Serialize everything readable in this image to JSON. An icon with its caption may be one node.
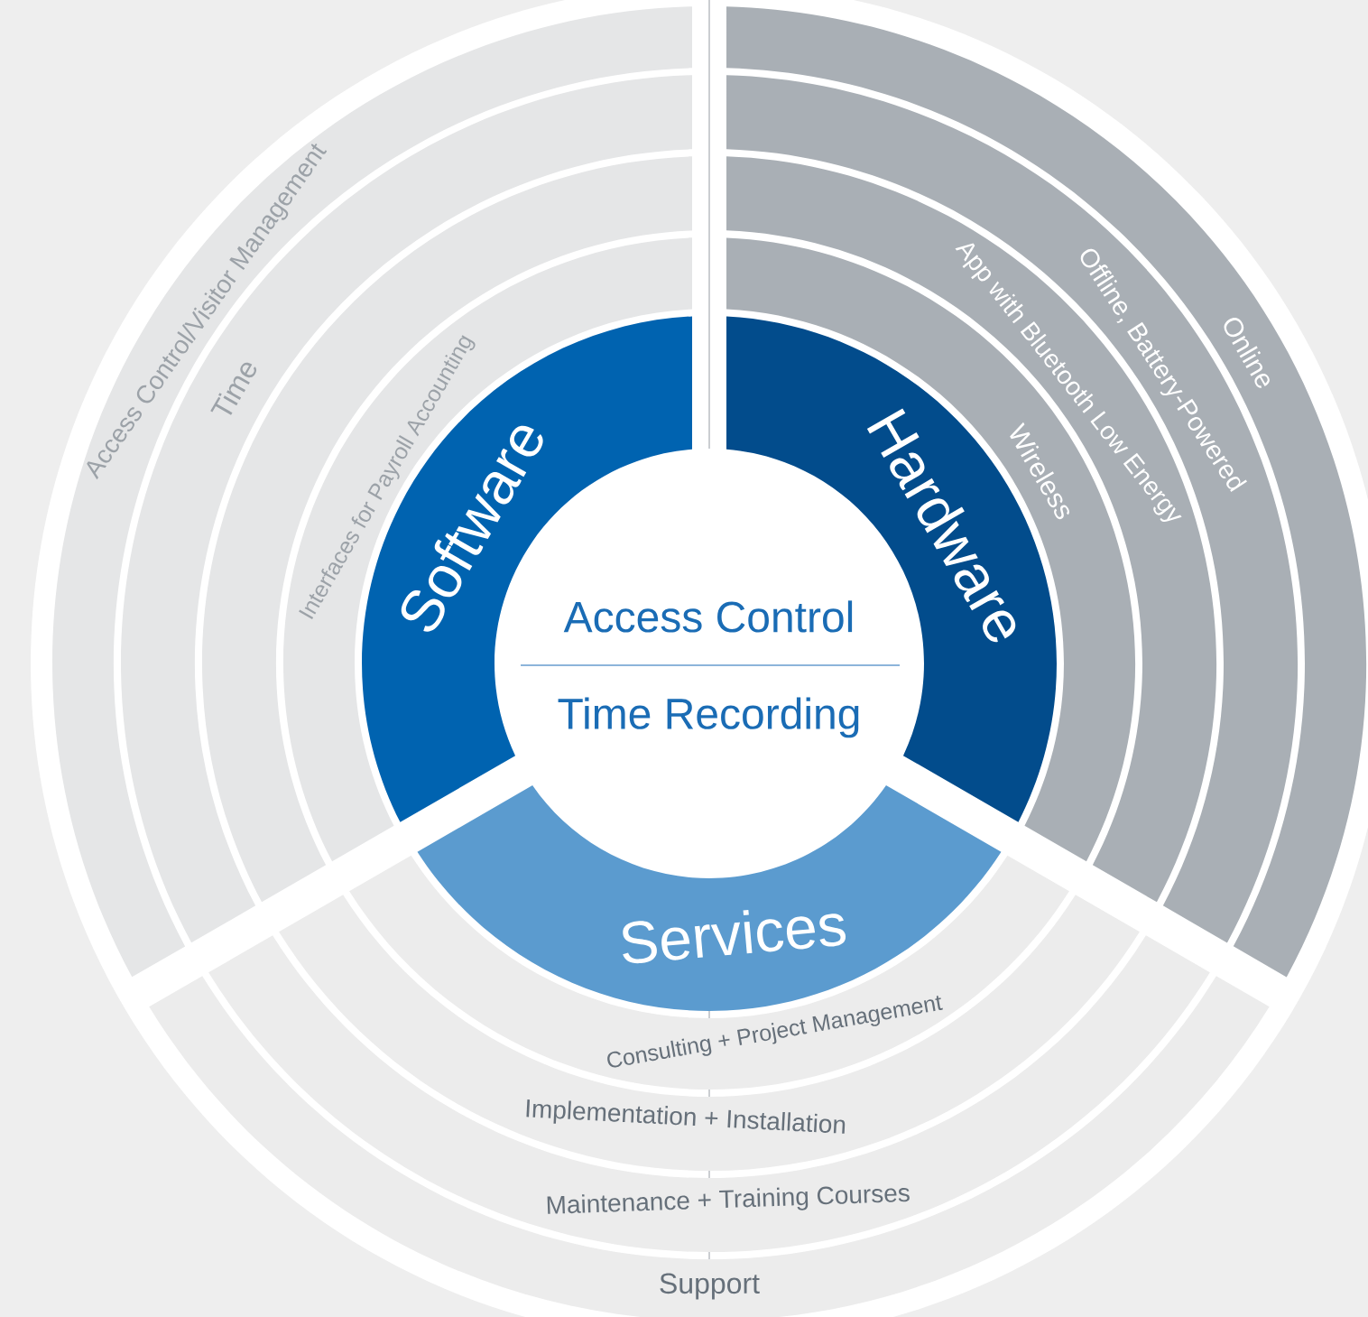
{
  "diagram": {
    "nodes": [
      {
        "text": [
          "Access Control",
          "Time Recording"
        ]
      },
      {
        "text": [
          "Software"
        ]
      },
      {
        "text": [
          "Hardware"
        ]
      },
      {
        "text": [
          "Services"
        ]
      },
      {
        "text": [
          "Interfaces for Payroll Accounting"
        ]
      },
      {
        "text": [],
        "shape": "band"
      },
      {
        "text": [
          "Time"
        ]
      },
      {
        "text": [
          "Access Control/Visitor Management"
        ]
      },
      {
        "text": [
          "Wireless"
        ]
      },
      {
        "text": [
          "App with Bluetooth Low Energy"
        ]
      },
      {
        "text": [
          "Offline, Battery-Powered"
        ]
      },
      {
        "text": [
          "Online"
        ]
      },
      {
        "text": [
          "Consulting + Project Management"
        ]
      },
      {
        "text": [
          "Implementation + Installation"
        ]
      },
      {
        "text": [
          "Maintenance + Training Courses"
        ]
      },
      {
        "text": [
          "Support"
        ]
      }
    ]
  }
}
